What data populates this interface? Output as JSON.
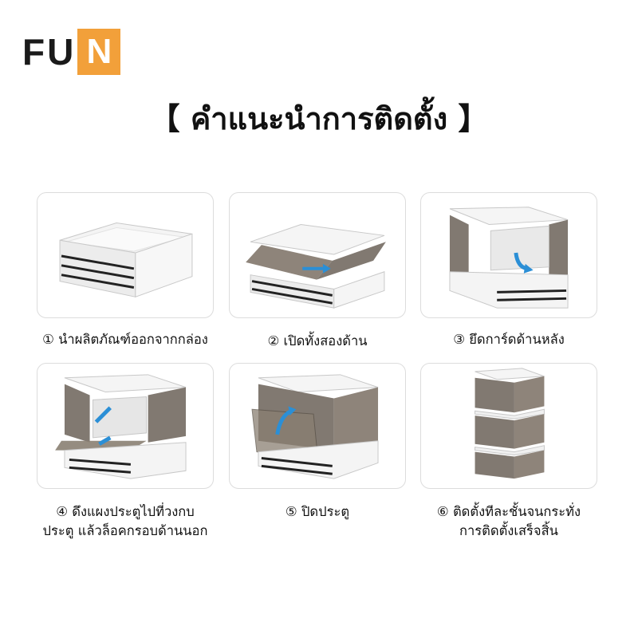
{
  "logo": {
    "text_a": "FU",
    "text_b": "N"
  },
  "title": "【 คำแนะนำการติดตั้ง 】",
  "steps": [
    {
      "caption": "① นำผลิตภัณฑ์ออกจากกล่อง",
      "image": "closed-box-icon"
    },
    {
      "caption": "② เปิดทั้งสองด้าน",
      "image": "unfold-sides-icon"
    },
    {
      "caption": "③ ยึดการ์ดด้านหลัง",
      "image": "back-panel-icon"
    },
    {
      "caption_line1": "④ ดึงแผงประตูไปที่วงกบ",
      "caption_line2": "ประตู แล้วล็อคกรอบด้านนอก",
      "image": "door-frame-icon"
    },
    {
      "caption": "⑤ ปิดประตู",
      "image": "close-door-icon"
    },
    {
      "caption_line1": "⑥ ติดตั้งทีละชั้นจนกระทั่ง",
      "caption_line2": "การติดตั้งเสร็จสิ้น",
      "image": "stacked-boxes-icon"
    }
  ],
  "colors": {
    "logo_accent": "#f2a03a",
    "arrow": "#2b8fd6",
    "panel": "#6b6258"
  }
}
